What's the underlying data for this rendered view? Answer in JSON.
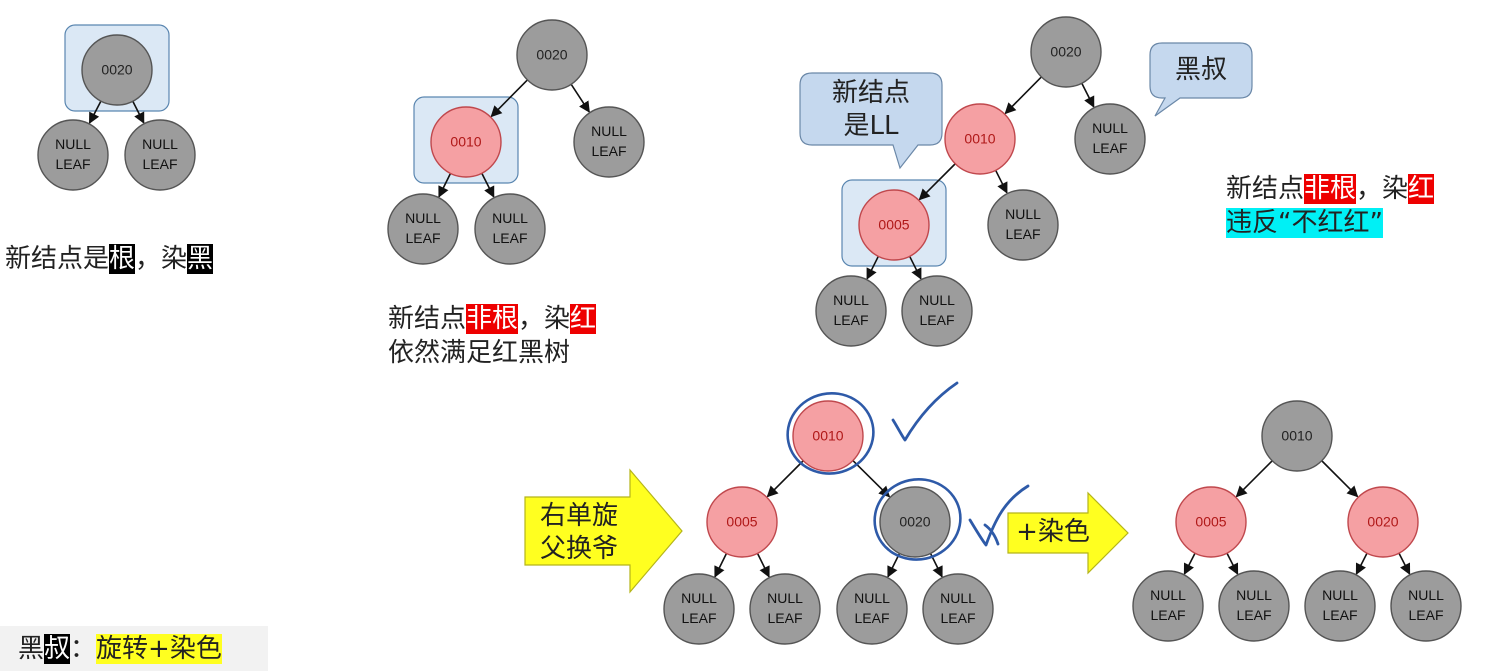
{
  "diagrams": [
    {
      "id": "step1",
      "nodes": [
        {
          "id": "n0020",
          "label": "0020",
          "color": "black"
        },
        {
          "id": "l1",
          "label": "NULL\nLEAF",
          "color": "black"
        },
        {
          "id": "l2",
          "label": "NULL\nLEAF",
          "color": "black"
        }
      ],
      "edges": [
        [
          "n0020",
          "l1"
        ],
        [
          "n0020",
          "l2"
        ]
      ],
      "highlighted": "n0020"
    },
    {
      "id": "step2",
      "nodes": [
        {
          "id": "n0020",
          "label": "0020",
          "color": "black"
        },
        {
          "id": "n0010",
          "label": "0010",
          "color": "red"
        },
        {
          "id": "l1",
          "label": "NULL\nLEAF",
          "color": "black"
        },
        {
          "id": "l2",
          "label": "NULL\nLEAF",
          "color": "black"
        },
        {
          "id": "l3",
          "label": "NULL\nLEAF",
          "color": "black"
        }
      ],
      "edges": [
        [
          "n0020",
          "n0010"
        ],
        [
          "n0020",
          "l1"
        ],
        [
          "n0010",
          "l2"
        ],
        [
          "n0010",
          "l3"
        ]
      ],
      "highlighted": "n0010"
    },
    {
      "id": "step3",
      "nodes": [
        {
          "id": "n0020",
          "label": "0020",
          "color": "black"
        },
        {
          "id": "n0010",
          "label": "0010",
          "color": "red"
        },
        {
          "id": "l1",
          "label": "NULL\nLEAF",
          "color": "black"
        },
        {
          "id": "n0005",
          "label": "0005",
          "color": "red"
        },
        {
          "id": "l2",
          "label": "NULL\nLEAF",
          "color": "black"
        },
        {
          "id": "l3",
          "label": "NULL\nLEAF",
          "color": "black"
        },
        {
          "id": "l4",
          "label": "NULL\nLEAF",
          "color": "black"
        }
      ],
      "edges": [
        [
          "n0020",
          "n0010"
        ],
        [
          "n0020",
          "l1"
        ],
        [
          "n0010",
          "n0005"
        ],
        [
          "n0010",
          "l2"
        ],
        [
          "n0005",
          "l3"
        ],
        [
          "n0005",
          "l4"
        ]
      ],
      "highlighted": "n0005"
    },
    {
      "id": "step4",
      "nodes": [
        {
          "id": "n0010",
          "label": "0010",
          "color": "red"
        },
        {
          "id": "n0005",
          "label": "0005",
          "color": "red"
        },
        {
          "id": "n0020",
          "label": "0020",
          "color": "black"
        },
        {
          "id": "l1",
          "label": "NULL\nLEAF",
          "color": "black"
        },
        {
          "id": "l2",
          "label": "NULL\nLEAF",
          "color": "black"
        },
        {
          "id": "l3",
          "label": "NULL\nLEAF",
          "color": "black"
        },
        {
          "id": "l4",
          "label": "NULL\nLEAF",
          "color": "black"
        }
      ],
      "edges": [
        [
          "n0010",
          "n0005"
        ],
        [
          "n0010",
          "n0020"
        ],
        [
          "n0005",
          "l1"
        ],
        [
          "n0005",
          "l2"
        ],
        [
          "n0020",
          "l3"
        ],
        [
          "n0020",
          "l4"
        ]
      ],
      "circled": [
        "n0010",
        "n0020"
      ]
    },
    {
      "id": "step5",
      "nodes": [
        {
          "id": "n0010",
          "label": "0010",
          "color": "black"
        },
        {
          "id": "n0005",
          "label": "0005",
          "color": "red"
        },
        {
          "id": "n0020",
          "label": "0020",
          "color": "red"
        },
        {
          "id": "l1",
          "label": "NULL\nLEAF",
          "color": "black"
        },
        {
          "id": "l2",
          "label": "NULL\nLEAF",
          "color": "black"
        },
        {
          "id": "l3",
          "label": "NULL\nLEAF",
          "color": "black"
        },
        {
          "id": "l4",
          "label": "NULL\nLEAF",
          "color": "black"
        }
      ],
      "edges": [
        [
          "n0010",
          "n0005"
        ],
        [
          "n0010",
          "n0020"
        ],
        [
          "n0005",
          "l1"
        ],
        [
          "n0005",
          "l2"
        ],
        [
          "n0020",
          "l3"
        ],
        [
          "n0020",
          "l4"
        ]
      ]
    }
  ],
  "captions": {
    "step1": {
      "a": "新结点是",
      "b": "根",
      "c": "，染",
      "d": "黑"
    },
    "step2": {
      "a": "新结点",
      "b": "非根",
      "c": "，染",
      "d": "红",
      "line2": "依然满足红黑树"
    },
    "step3": {
      "a": "新结点",
      "b": "非根",
      "c": "，染",
      "d": "红",
      "line2": "违反“不红红”"
    }
  },
  "bubbles": {
    "new_node": {
      "line1": "新结点",
      "line2": "是LL"
    },
    "uncle": "黑叔"
  },
  "arrows": {
    "rotate": {
      "line1": "右单旋",
      "line2": "父换爷"
    },
    "recolor": "+染色"
  },
  "footer": {
    "a": "黑",
    "b": "叔",
    "c": "：",
    "d": "旋转+染色"
  },
  "colors": {
    "black_node": "#9c9c9c",
    "red_node": "#f5a0a3",
    "highlight_box": "#dbe8f5",
    "bubble_fill": "#c5d8ee",
    "arrow_fill": "#ffff20",
    "pen": "#2e5aa8"
  }
}
